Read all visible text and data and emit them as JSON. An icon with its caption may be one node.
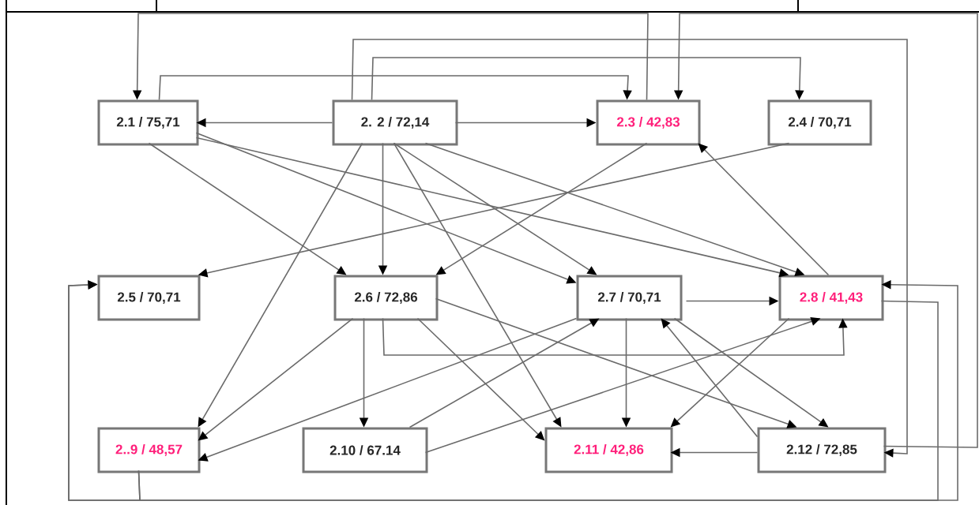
{
  "diagram": {
    "nodes": [
      {
        "text": [
          "2.1 / 75,71"
        ]
      },
      {
        "text": [
          "2. 2 /  72,14"
        ]
      },
      {
        "text": [
          "2.3 / 42,83"
        ]
      },
      {
        "text": [
          "2.4 / 70,71"
        ]
      },
      {
        "text": [
          "2.5 / 70,71"
        ]
      },
      {
        "text": [
          "2.6 / 72,86"
        ]
      },
      {
        "text": [
          "2.7 / 70,71"
        ]
      },
      {
        "text": [
          "2.8 / 41,43"
        ]
      },
      {
        "text": [
          "2..9 / 48,57"
        ]
      },
      {
        "text": [
          "2.10 / 67.14"
        ]
      },
      {
        "text": [
          "2.11 / 42,86"
        ]
      },
      {
        "text": [
          "2.12 / 72,85"
        ]
      }
    ],
    "edges": [
      {
        "from": 1,
        "to": 0,
        "arrow": "to"
      },
      {
        "from": 1,
        "to": 2,
        "arrow": "to"
      },
      {
        "from": 2,
        "to": 0,
        "arrow": "to"
      },
      {
        "from": 0,
        "to": 2,
        "arrow": "to"
      },
      {
        "from": 1,
        "to": 11,
        "arrow": "to"
      },
      {
        "from": 1,
        "to": 3,
        "arrow": "to"
      },
      {
        "from": 11,
        "to": 2,
        "arrow": "to"
      },
      {
        "from": 8,
        "to": 4,
        "arrow": "to"
      },
      {
        "from": 8,
        "to": 7,
        "arrow": "to"
      },
      {
        "from": 7,
        "to": 4,
        "arrow": "to"
      },
      {
        "from": 6,
        "to": 7,
        "arrow": "to"
      },
      {
        "from": 5,
        "to": 7,
        "arrow": "to"
      },
      {
        "from": 1,
        "to": 5,
        "arrow": "to"
      },
      {
        "from": 5,
        "to": 9,
        "arrow": "to"
      },
      {
        "from": 6,
        "to": 10,
        "arrow": "to"
      },
      {
        "from": 11,
        "to": 10,
        "arrow": "to"
      },
      {
        "from": 2,
        "to": 5,
        "arrow": "to"
      },
      {
        "from": 3,
        "to": 4,
        "arrow": "to"
      },
      {
        "from": 0,
        "to": 5,
        "arrow": "to"
      },
      {
        "from": 0,
        "to": 6,
        "arrow": "to"
      },
      {
        "from": 0,
        "to": 7,
        "arrow": "to"
      },
      {
        "from": 1,
        "to": 8,
        "arrow": "to"
      },
      {
        "from": 1,
        "to": 6,
        "arrow": "to"
      },
      {
        "from": 1,
        "to": 10,
        "arrow": "to"
      },
      {
        "from": 1,
        "to": 7,
        "arrow": "to"
      },
      {
        "from": 5,
        "to": 8,
        "arrow": "to"
      },
      {
        "from": 9,
        "to": 7,
        "arrow": "to"
      },
      {
        "from": 9,
        "to": 6,
        "arrow": "to"
      },
      {
        "from": 6,
        "to": 8,
        "arrow": "to"
      },
      {
        "from": 5,
        "to": 10,
        "arrow": "to"
      },
      {
        "from": 5,
        "to": 11,
        "arrow": "to"
      },
      {
        "from": 6,
        "to": 11,
        "arrow": "to"
      },
      {
        "from": 11,
        "to": 6,
        "arrow": "to"
      },
      {
        "from": 7,
        "to": 10,
        "arrow": "to"
      },
      {
        "from": 7,
        "to": 2,
        "arrow": "to"
      }
    ]
  }
}
